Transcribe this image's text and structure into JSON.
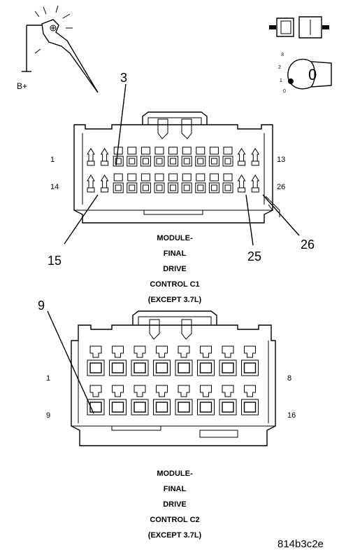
{
  "diagram": {
    "power_label": "B+",
    "figure_id": "814b3c2e",
    "key_label": "0",
    "key_positions": [
      "3",
      "2",
      "1",
      "0"
    ],
    "connector_c1": {
      "caption": [
        "MODULE-",
        "FINAL",
        "DRIVE",
        "CONTROL C1",
        "(EXCEPT 3.7L)"
      ],
      "pin_labels": {
        "top_left": "1",
        "top_right": "13",
        "bottom_left": "14",
        "bottom_right": "26"
      },
      "callouts": [
        "3",
        "15",
        "25",
        "26"
      ]
    },
    "connector_c2": {
      "caption": [
        "MODULE-",
        "FINAL",
        "DRIVE",
        "CONTROL C2",
        "(EXCEPT 3.7L)"
      ],
      "pin_labels": {
        "top_left": "1",
        "top_right": "8",
        "bottom_left": "9",
        "bottom_right": "16"
      },
      "callouts": [
        "9"
      ]
    }
  }
}
